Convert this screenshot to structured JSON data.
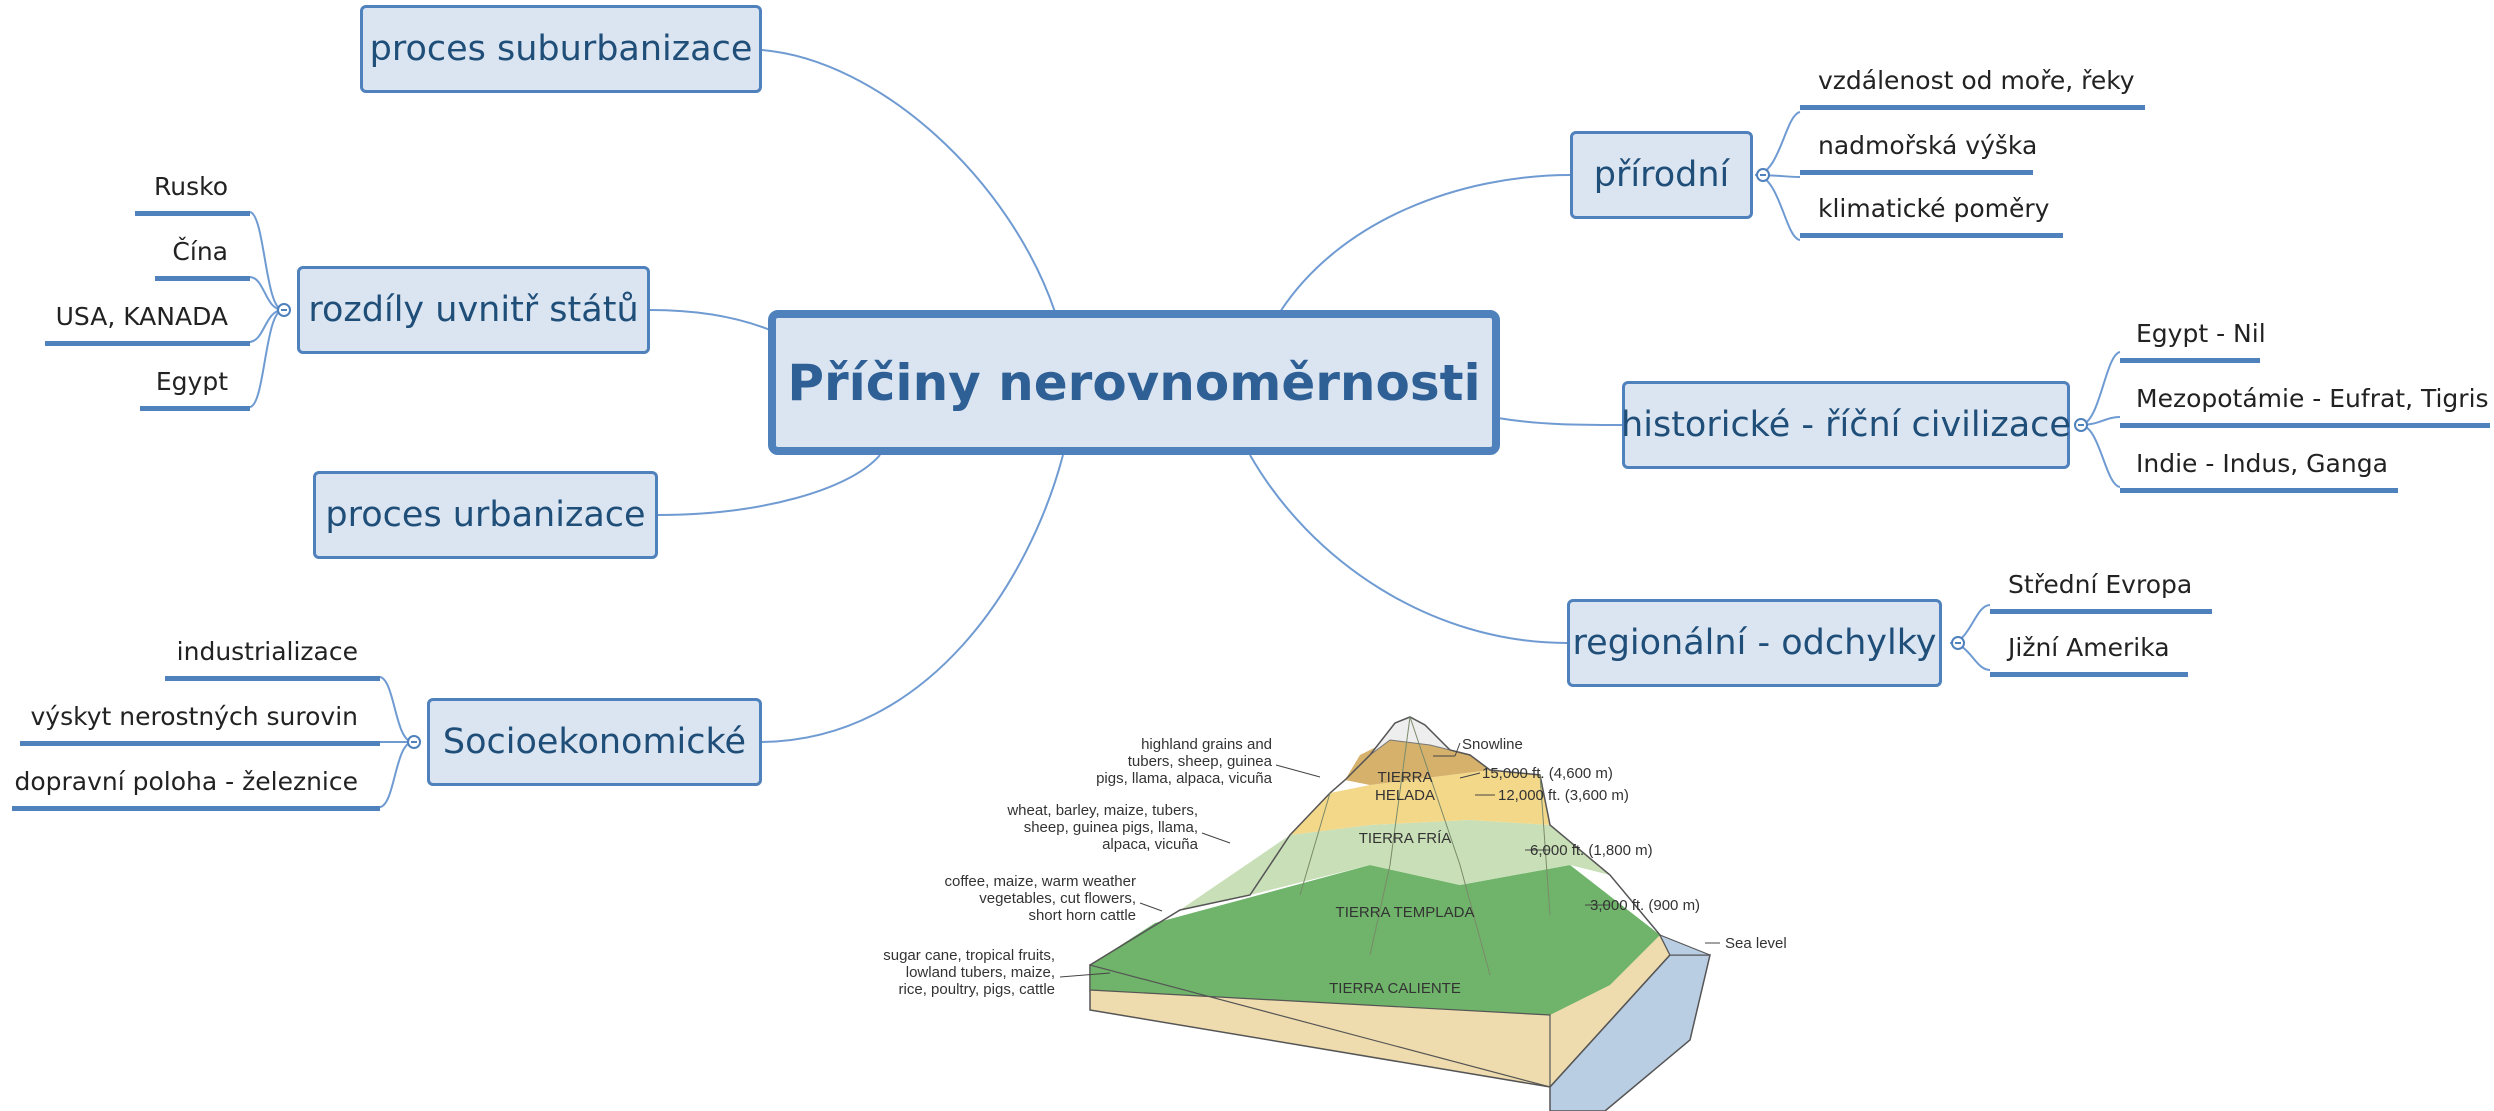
{
  "central": "Příčiny nerovnoměrnosti",
  "topics": {
    "suburbanizace": "proces suburbanizace",
    "rozdily": "rozdíly uvnitř států",
    "urbanizace": "proces urbanizace",
    "socioekonomicke": "Socioekonomické",
    "prirodni": "přírodní",
    "historicke": "historické - říční civilizace",
    "regionalni": "regionální - odchylky"
  },
  "leaves": {
    "rozdily": [
      "Rusko",
      "Čína",
      "USA, KANADA",
      "Egypt"
    ],
    "socioekonomicke": [
      "industrializace",
      "výskyt nerostných surovin",
      "dopravní poloha - železnice"
    ],
    "prirodni": [
      "vzdálenost od moře, řeky",
      "nadmořská výška",
      "klimatické poměry"
    ],
    "historicke": [
      "Egypt - Nil",
      "Mezopotámie - Eufrat, Tigris",
      "Indie - Indus, Ganga"
    ],
    "regionalni": [
      "Střední Evropa",
      "Jižní Amerika"
    ]
  },
  "illustration": {
    "crops": [
      [
        "highland grains and",
        "tubers, sheep, guinea",
        "pigs, llama, alpaca, vicuña"
      ],
      [
        "wheat, barley, maize, tubers,",
        "sheep, guinea pigs, llama,",
        "alpaca, vicuña"
      ],
      [
        "coffee, maize, warm weather",
        "vegetables, cut flowers,",
        "short horn cattle"
      ],
      [
        "sugar cane, tropical fruits,",
        "lowland tubers, maize,",
        "rice, poultry, pigs, cattle"
      ]
    ],
    "zones": [
      "TIERRA",
      "HELADA",
      "TIERRA FRÍA",
      "TIERRA TEMPLADA",
      "TIERRA CALIENTE"
    ],
    "elevations": [
      "Snowline",
      "15,000 ft. (4,600 m)",
      "12,000 ft. (3,600 m)",
      "6,000 ft. (1,800 m)",
      "3,000 ft. (900 m)",
      "Sea level"
    ]
  }
}
